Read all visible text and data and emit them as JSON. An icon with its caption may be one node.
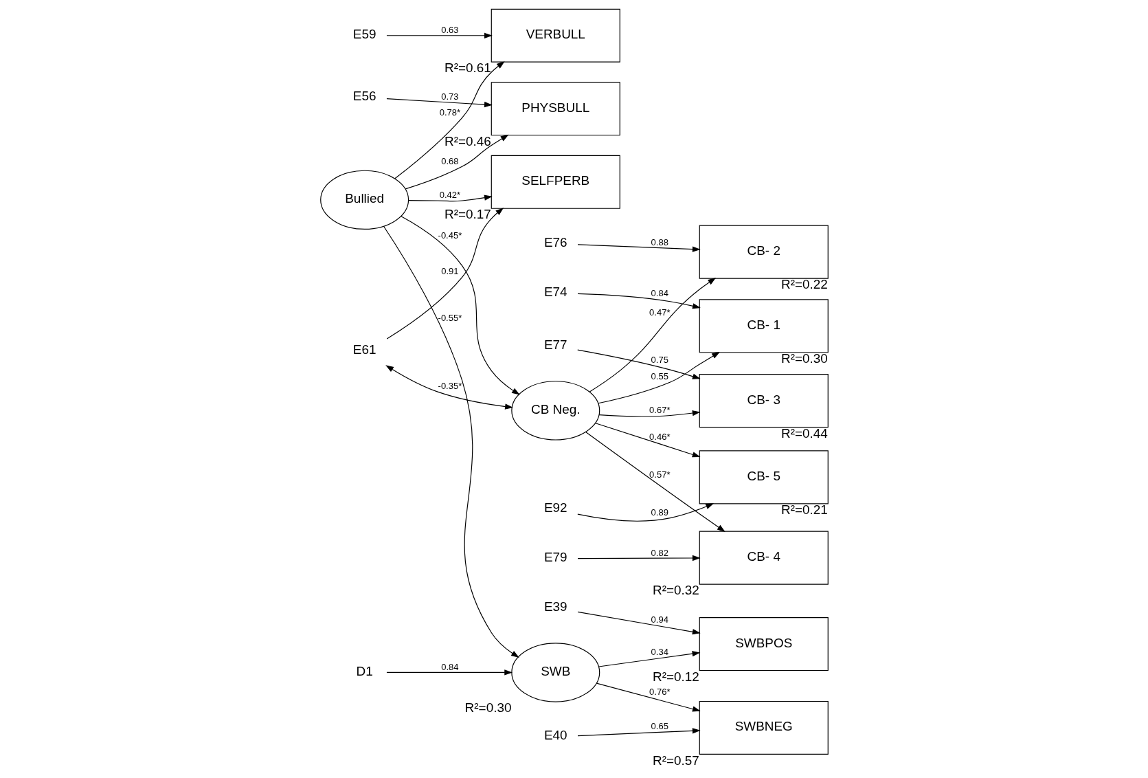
{
  "diagram": {
    "nodes": [
      {
        "text": [
          "E56"
        ]
      },
      {
        "text": [
          "PHYSBULL"
        ],
        "beside": [
          "R²=0.46"
        ]
      },
      {
        "text": [
          "E59"
        ]
      },
      {
        "text": [
          "VERBULL"
        ],
        "beside": [
          "R²=0.61"
        ]
      },
      {
        "text": [
          "E61"
        ]
      },
      {
        "text": [
          "SELFPERB"
        ],
        "beside": [
          "R²=0.17"
        ]
      },
      {
        "text": [
          "Bullied"
        ]
      },
      {
        "text": [
          "D1"
        ]
      },
      {
        "text": [
          "SWB"
        ],
        "beside": [
          "R²=0.30"
        ]
      },
      {
        "text": [
          "SWBPOS"
        ],
        "beside": [
          "R²=0.12"
        ]
      },
      {
        "text": [
          "E39"
        ]
      },
      {
        "text": [
          "SWBNEG"
        ],
        "beside": [
          "R²=0.57"
        ]
      },
      {
        "text": [
          "E40"
        ]
      },
      {
        "text": [
          "CB- 1"
        ],
        "beside": [
          "R²=0.30"
        ]
      },
      {
        "text": [
          "E74"
        ]
      },
      {
        "text": [
          "CB- 2"
        ],
        "beside": [
          "R²=0.22"
        ]
      },
      {
        "text": [
          "E76"
        ]
      },
      {
        "text": [
          "CB Neg."
        ]
      },
      {
        "text": [
          "CB- 3"
        ],
        "beside": [
          "R²=0.44"
        ]
      },
      {
        "text": [
          "E77"
        ]
      },
      {
        "text": [
          "CB- 4"
        ],
        "beside": [
          "R²=0.32"
        ]
      },
      {
        "text": [
          "E79"
        ]
      },
      {
        "text": [
          "CB- 5"
        ],
        "beside": [
          "R²=0.21"
        ]
      },
      {
        "text": [
          "E92"
        ]
      }
    ],
    "edges": [
      {
        "from": 0,
        "to": 1,
        "arrow": "to",
        "label": "0.73"
      },
      {
        "from": 2,
        "to": 3,
        "arrow": "to",
        "label": "0.63"
      },
      {
        "from": 4,
        "to": 5,
        "arrow": "to",
        "label": "0.91"
      },
      {
        "from": 6,
        "to": 1,
        "arrow": "to",
        "label": "0.68"
      },
      {
        "from": 6,
        "to": 3,
        "arrow": "to",
        "label": "0.78*"
      },
      {
        "from": 6,
        "to": 5,
        "arrow": "to",
        "label": "0.42*"
      },
      {
        "from": 6,
        "to": 8,
        "arrow": "to",
        "label": "-0.55*"
      },
      {
        "from": 6,
        "to": 17,
        "arrow": "to",
        "label": "-0.45*"
      },
      {
        "from": 7,
        "to": 8,
        "arrow": "to",
        "label": "0.84"
      },
      {
        "from": 8,
        "to": 9,
        "arrow": "to",
        "label": "0.34"
      },
      {
        "from": 8,
        "to": 11,
        "arrow": "to",
        "label": "0.76*"
      },
      {
        "from": 10,
        "to": 9,
        "arrow": "to",
        "label": "0.94"
      },
      {
        "from": 12,
        "to": 11,
        "arrow": "to",
        "label": "0.65"
      },
      {
        "from": 4,
        "to": 17,
        "arrow": "both",
        "label": "-0.35*"
      },
      {
        "from": 17,
        "to": 13,
        "arrow": "to",
        "label": "0.55"
      },
      {
        "from": 17,
        "to": 15,
        "arrow": "to",
        "label": "0.47*"
      },
      {
        "from": 17,
        "to": 18,
        "arrow": "to",
        "label": "0.67*"
      },
      {
        "from": 17,
        "to": 20,
        "arrow": "to",
        "label": "0.57*"
      },
      {
        "from": 17,
        "to": 22,
        "arrow": "to",
        "label": "0.46*"
      },
      {
        "from": 14,
        "to": 13,
        "arrow": "to",
        "label": "0.84"
      },
      {
        "from": 16,
        "to": 15,
        "arrow": "to",
        "label": "0.88"
      },
      {
        "from": 19,
        "to": 18,
        "arrow": "to",
        "label": "0.75"
      },
      {
        "from": 21,
        "to": 20,
        "arrow": "to",
        "label": "0.82"
      },
      {
        "from": 23,
        "to": 22,
        "arrow": "to",
        "label": "0.89"
      }
    ]
  }
}
